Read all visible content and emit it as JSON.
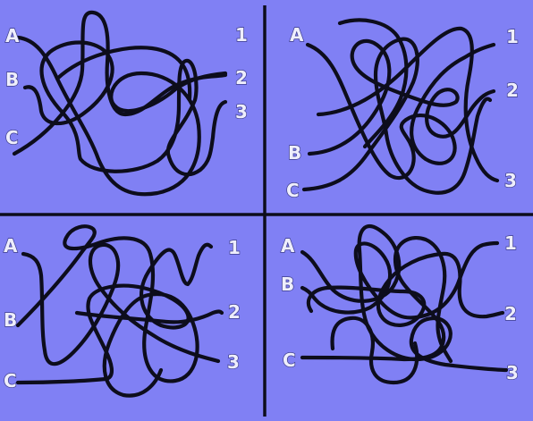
{
  "colors": {
    "background": "#8080f4",
    "line": "#0d0d1c",
    "label": "#eeeefc"
  },
  "puzzles": [
    {
      "left_labels": [
        "A",
        "B",
        "C"
      ],
      "right_labels": [
        "1",
        "2",
        "3"
      ]
    },
    {
      "left_labels": [
        "A",
        "B",
        "C"
      ],
      "right_labels": [
        "1",
        "2",
        "3"
      ]
    },
    {
      "left_labels": [
        "A",
        "B",
        "C"
      ],
      "right_labels": [
        "1",
        "2",
        "3"
      ]
    },
    {
      "left_labels": [
        "A",
        "B",
        "C"
      ],
      "right_labels": [
        "1",
        "2",
        "3"
      ]
    }
  ]
}
